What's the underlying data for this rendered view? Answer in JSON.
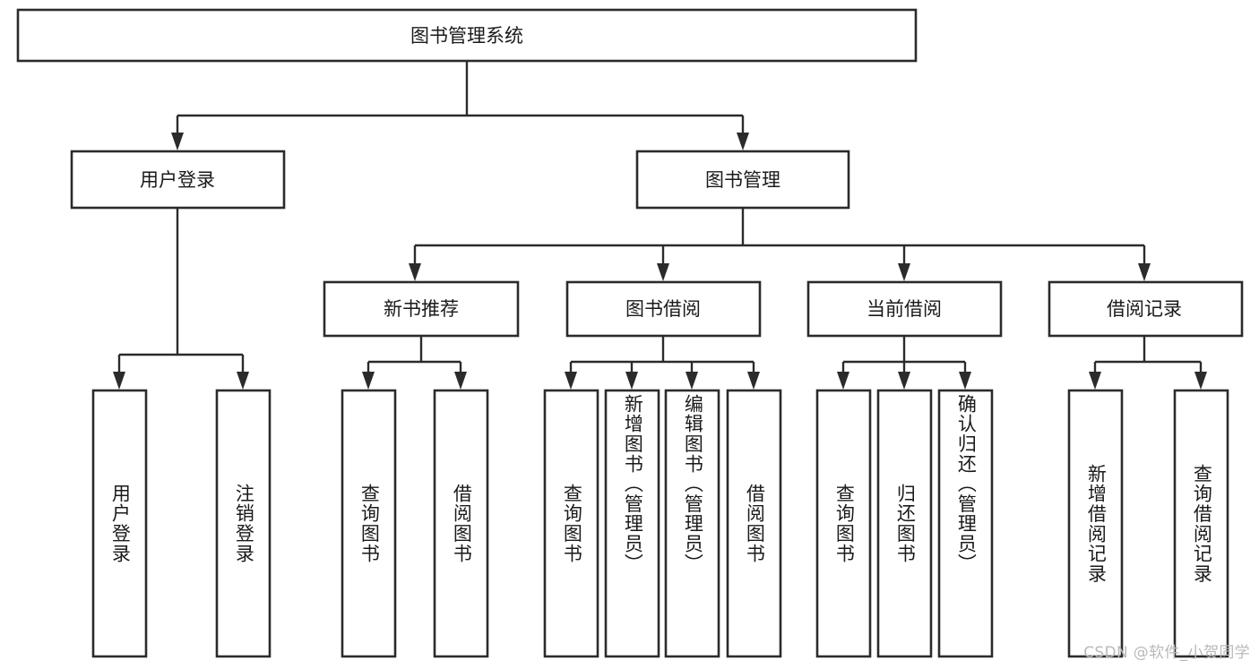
{
  "diagram": {
    "title": "图书管理系统",
    "type": "tree-hierarchy",
    "watermark": "CSDN @软件_小贺同学",
    "colors": {
      "stroke": "#2b2b2b",
      "box_fill": "#ffffff",
      "text": "#1a1a1a",
      "watermark": "#b9b9b9",
      "background": "#ffffff"
    },
    "root": {
      "label": "图书管理系统"
    },
    "level2": [
      {
        "label": "用户登录"
      },
      {
        "label": "图书管理"
      }
    ],
    "level3": [
      {
        "label": "新书推荐"
      },
      {
        "label": "图书借阅"
      },
      {
        "label": "当前借阅"
      },
      {
        "label": "借阅记录"
      }
    ],
    "leaves": {
      "user_login": [
        {
          "label": "用户登录"
        },
        {
          "label": "注销登录"
        }
      ],
      "new_book_recommend": [
        {
          "label": "查询图书"
        },
        {
          "label": "借阅图书"
        }
      ],
      "book_borrow": [
        {
          "label": "查询图书"
        },
        {
          "label": "新增图书（管理员）"
        },
        {
          "label": "编辑图书（管理员）"
        },
        {
          "label": "借阅图书"
        }
      ],
      "current_borrow": [
        {
          "label": "查询图书"
        },
        {
          "label": "归还图书"
        },
        {
          "label": "确认归还（管理员）"
        }
      ],
      "borrow_record": [
        {
          "label": "新增借阅记录"
        },
        {
          "label": "查询借阅记录"
        }
      ]
    }
  }
}
